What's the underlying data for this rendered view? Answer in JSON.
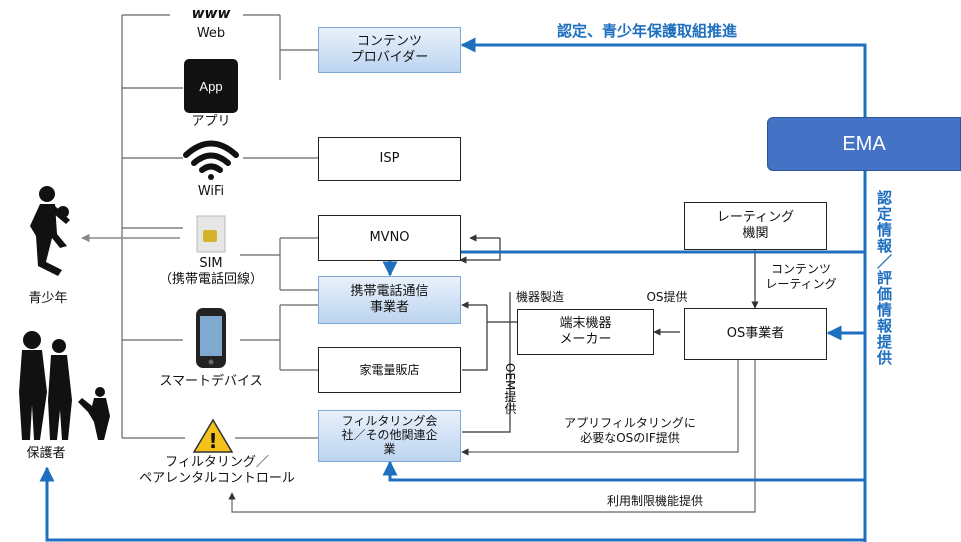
{
  "header": {
    "certification_label": "認定、青少年保護取組推進"
  },
  "side": {
    "certification_info_label": "認定情報／評価情報提供"
  },
  "actors": {
    "ema": "EMA",
    "youth": "青少年",
    "guardian": "保護者"
  },
  "channels": {
    "web_logo": "www",
    "web": "Web",
    "app_icon": "App",
    "app": "アプリ",
    "wifi": "WiFi",
    "sim": "SIM\n（携帯電話回線）",
    "smart_device": "スマートデバイス",
    "filtering": "フィルタリング／\nペアレンタルコントロール"
  },
  "boxes": {
    "content_provider": "コンテンツ\nプロバイダー",
    "isp": "ISP",
    "mvno": "MVNO",
    "carrier": "携帯電話通信\n事業者",
    "retailer": "家電量販店",
    "filtering_company": "フィルタリング会\n社／その他関連企\n業",
    "rating_org": "レーティング\n機関",
    "device_maker": "端末機器\nメーカー",
    "os_vendor": "OS事業者"
  },
  "edge_labels": {
    "content_rating": "コンテンツ\nレーティング",
    "os_provision": "OS提供",
    "device_manufacture": "機器製造",
    "oem_provision": "OEM提供",
    "os_if": "アプリフィルタリングに\n必要なOSのIF提供",
    "usage_limit": "利用制限機能提供"
  },
  "colors": {
    "accent_blue": "#1f6fbf",
    "ema_blue": "#4472c4",
    "box_blue": "#bcd4f0"
  },
  "icons": [
    "www-icon",
    "app-icon",
    "wifi-icon",
    "sim-card-icon",
    "smartphone-icon",
    "warning-icon",
    "youth-silhouette-icon",
    "family-silhouette-icon"
  ]
}
